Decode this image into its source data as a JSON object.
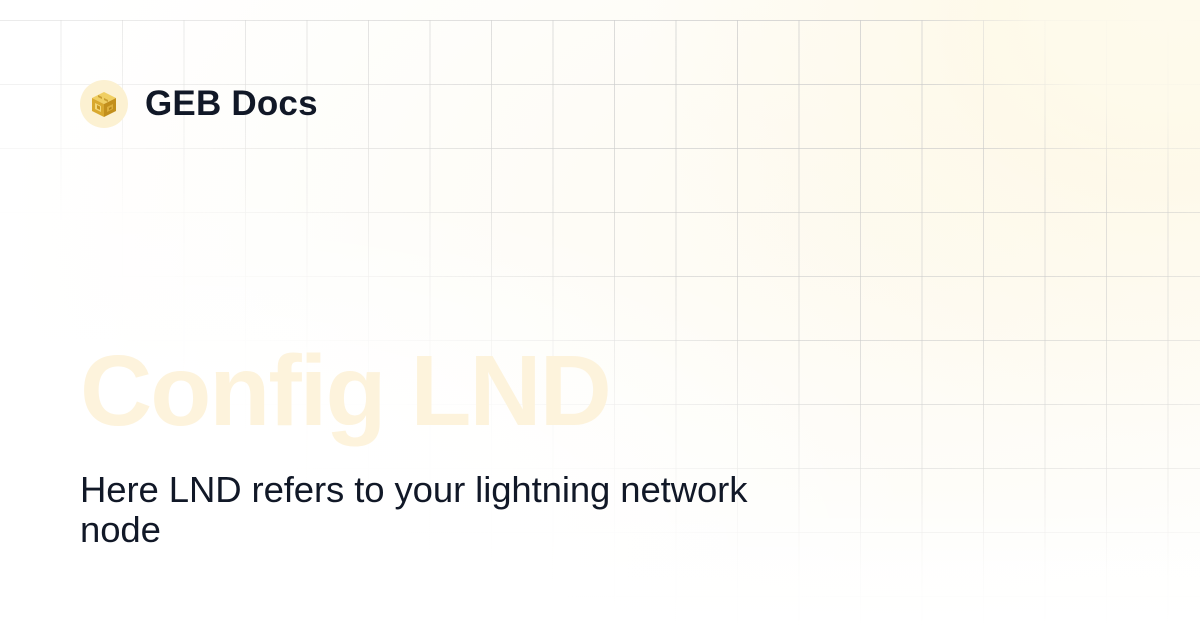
{
  "brand": {
    "name": "GEB Docs",
    "logo_icon": "geb-cube-logo-icon",
    "logo_bg_color": "#FCF1D2",
    "logo_gold_color": "#D4A72C"
  },
  "page": {
    "title": "Config LND",
    "description": "Here LND refers to your lightning network node"
  },
  "colors": {
    "title_color": "#FDF3DC",
    "text_color": "#111827",
    "grid_line_color": "#D6D6D6",
    "glow_color": "#FEF6DC"
  }
}
